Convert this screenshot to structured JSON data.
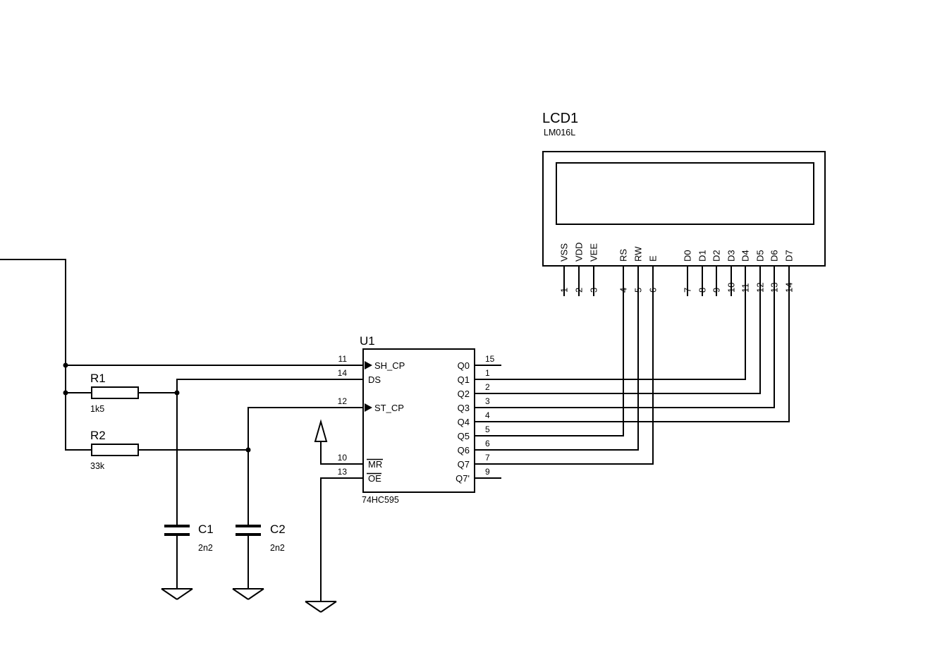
{
  "canvas": {
    "background": "#ffffff",
    "wire_color": "#000000"
  },
  "lcd": {
    "ref": "LCD1",
    "part": "LM016L",
    "pins": [
      {
        "name": "VSS",
        "number": "1"
      },
      {
        "name": "VDD",
        "number": "2"
      },
      {
        "name": "VEE",
        "number": "3"
      },
      {
        "name": "RS",
        "number": "4"
      },
      {
        "name": "RW",
        "number": "5"
      },
      {
        "name": "E",
        "number": "6"
      },
      {
        "name": "D0",
        "number": "7"
      },
      {
        "name": "D1",
        "number": "8"
      },
      {
        "name": "D2",
        "number": "9"
      },
      {
        "name": "D3",
        "number": "10"
      },
      {
        "name": "D4",
        "number": "11"
      },
      {
        "name": "D5",
        "number": "12"
      },
      {
        "name": "D6",
        "number": "13"
      },
      {
        "name": "D7",
        "number": "14"
      }
    ]
  },
  "shift_register": {
    "ref": "U1",
    "part": "74HC595",
    "left_pins": [
      {
        "name": "SH_CP",
        "number": "11"
      },
      {
        "name": "DS",
        "number": "14"
      },
      {
        "name": "ST_CP",
        "number": "12"
      },
      {
        "name": "MR",
        "number": "10"
      },
      {
        "name": "OE",
        "number": "13"
      }
    ],
    "right_pins": [
      {
        "name": "Q0",
        "number": "15"
      },
      {
        "name": "Q1",
        "number": "1"
      },
      {
        "name": "Q2",
        "number": "2"
      },
      {
        "name": "Q3",
        "number": "3"
      },
      {
        "name": "Q4",
        "number": "4"
      },
      {
        "name": "Q5",
        "number": "5"
      },
      {
        "name": "Q6",
        "number": "6"
      },
      {
        "name": "Q7",
        "number": "7"
      },
      {
        "name": "Q7'",
        "number": "9"
      }
    ]
  },
  "resistors": [
    {
      "ref": "R1",
      "value": "1k5"
    },
    {
      "ref": "R2",
      "value": "33k"
    }
  ],
  "capacitors": [
    {
      "ref": "C1",
      "value": "2n2"
    },
    {
      "ref": "C2",
      "value": "2n2"
    }
  ]
}
